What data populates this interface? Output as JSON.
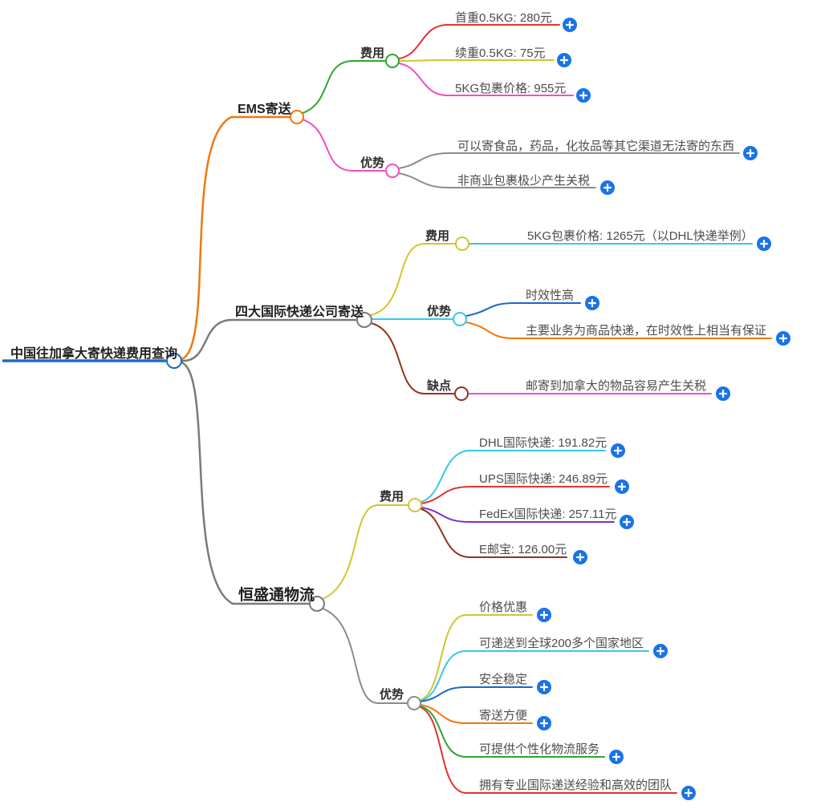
{
  "diagram": {
    "root": {
      "label": "中国往加拿大寄快递费用查询",
      "color": "#1A6BCC"
    }
  },
  "branches": [
    {
      "label": "EMS寄送",
      "color": "#F0780F",
      "children": [
        {
          "label": "费用",
          "color": "#2BA82B",
          "children": [
            {
              "label": "首重0.5KG: 280元",
              "color": "#E23333"
            },
            {
              "label": "续重0.5KG: 75元",
              "color": "#D4C430"
            },
            {
              "label": "5KG包裹价格: 955元",
              "color": "#EF4FC4"
            }
          ]
        },
        {
          "label": "优势",
          "color": "#EF4FC4",
          "children": [
            {
              "label": "可以寄食品，药品，化妆品等其它渠道无法寄的东西",
              "color": "#8C8C8C"
            },
            {
              "label": "非商业包裹极少产生关税",
              "color": "#8C8C8C"
            }
          ]
        }
      ]
    },
    {
      "label": "四大国际快递公司寄送",
      "color": "#7A7A7A",
      "children": [
        {
          "label": "费用",
          "color": "#D4C430",
          "children": [
            {
              "label": "5KG包裹价格: 1265元（以DHL快递举例）",
              "color": "#35C8E8"
            }
          ]
        },
        {
          "label": "优势",
          "color": "#35C8E8",
          "children": [
            {
              "label": "时效性高",
              "color": "#1B66C8"
            },
            {
              "label": "主要业务为商品快递，在时效性上相当有保证",
              "color": "#F0780F"
            }
          ]
        },
        {
          "label": "缺点",
          "color": "#93321F",
          "children": [
            {
              "label": "邮寄到加拿大的物品容易产生关税",
              "color": "#EF4FC4"
            }
          ]
        }
      ]
    },
    {
      "label": "恒盛通物流",
      "color": "#7A7A7A",
      "children": [
        {
          "label": "费用",
          "color": "#D4C430",
          "children": [
            {
              "label": "DHL国际快递: 191.82元",
              "color": "#35C8E8"
            },
            {
              "label": "UPS国际快递: 246.89元",
              "color": "#E23333"
            },
            {
              "label": "FedEx国际快递: 257.11元",
              "color": "#7B2FD0"
            },
            {
              "label": "E邮宝: 126.00元",
              "color": "#93321F"
            }
          ]
        },
        {
          "label": "优势",
          "color": "#8C8C8C",
          "children": [
            {
              "label": "价格优惠",
              "color": "#D4C430"
            },
            {
              "label": "可递送到全球200多个国家地区",
              "color": "#35C8E8"
            },
            {
              "label": "安全稳定",
              "color": "#1B66C8"
            },
            {
              "label": "寄送方便",
              "color": "#F0780F"
            },
            {
              "label": "可提供个性化物流服务",
              "color": "#2BA82B"
            },
            {
              "label": "拥有专业国际递送经验和高效的团队",
              "color": "#E23333"
            }
          ]
        }
      ]
    }
  ],
  "ui": {
    "plus_color": "#1A73E8"
  }
}
